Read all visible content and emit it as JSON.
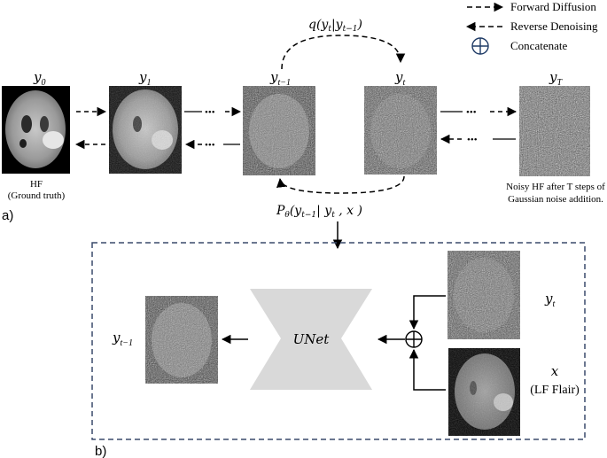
{
  "legend": {
    "forward": "Forward Diffusion",
    "reverse": "Reverse Denoising",
    "concat": "Concatenate"
  },
  "panel_a": {
    "tag": "a)",
    "nodes": [
      {
        "id": "y0",
        "label_base": "y",
        "label_sub": "0"
      },
      {
        "id": "y1",
        "label_base": "y",
        "label_sub": "1"
      },
      {
        "id": "yt1",
        "label_base": "y",
        "label_sub": "t−1"
      },
      {
        "id": "yt",
        "label_base": "y",
        "label_sub": "t"
      },
      {
        "id": "yT",
        "label_base": "y",
        "label_sub": "T"
      }
    ],
    "hf_caption": [
      "HF",
      "(Ground truth)"
    ],
    "noisy_caption": [
      "Noisy HF after T steps of",
      "Gaussian noise addition."
    ],
    "ellipsis": "•••",
    "q_expr": "q(y",
    "q_sub1": "t",
    "q_bar": "|y",
    "q_sub2": "t−1",
    "q_close": ")",
    "p_expr": "P",
    "p_theta": "θ",
    "p_open": "(y",
    "p_sub1": "t−1",
    "p_bar": "| y",
    "p_sub2": "t",
    "p_rest": " , x )"
  },
  "panel_b": {
    "tag": "b)",
    "unet": "UNet",
    "out_base": "y",
    "out_sub": "t−1",
    "yt_base": "y",
    "yt_sub": "t",
    "x_label": "x",
    "x_caption": "(LF Flair)"
  },
  "colors": {
    "dash_box": "#3a4a6b",
    "unet_fill": "#d9d9d9",
    "concat_icon": "#1f3b66"
  }
}
